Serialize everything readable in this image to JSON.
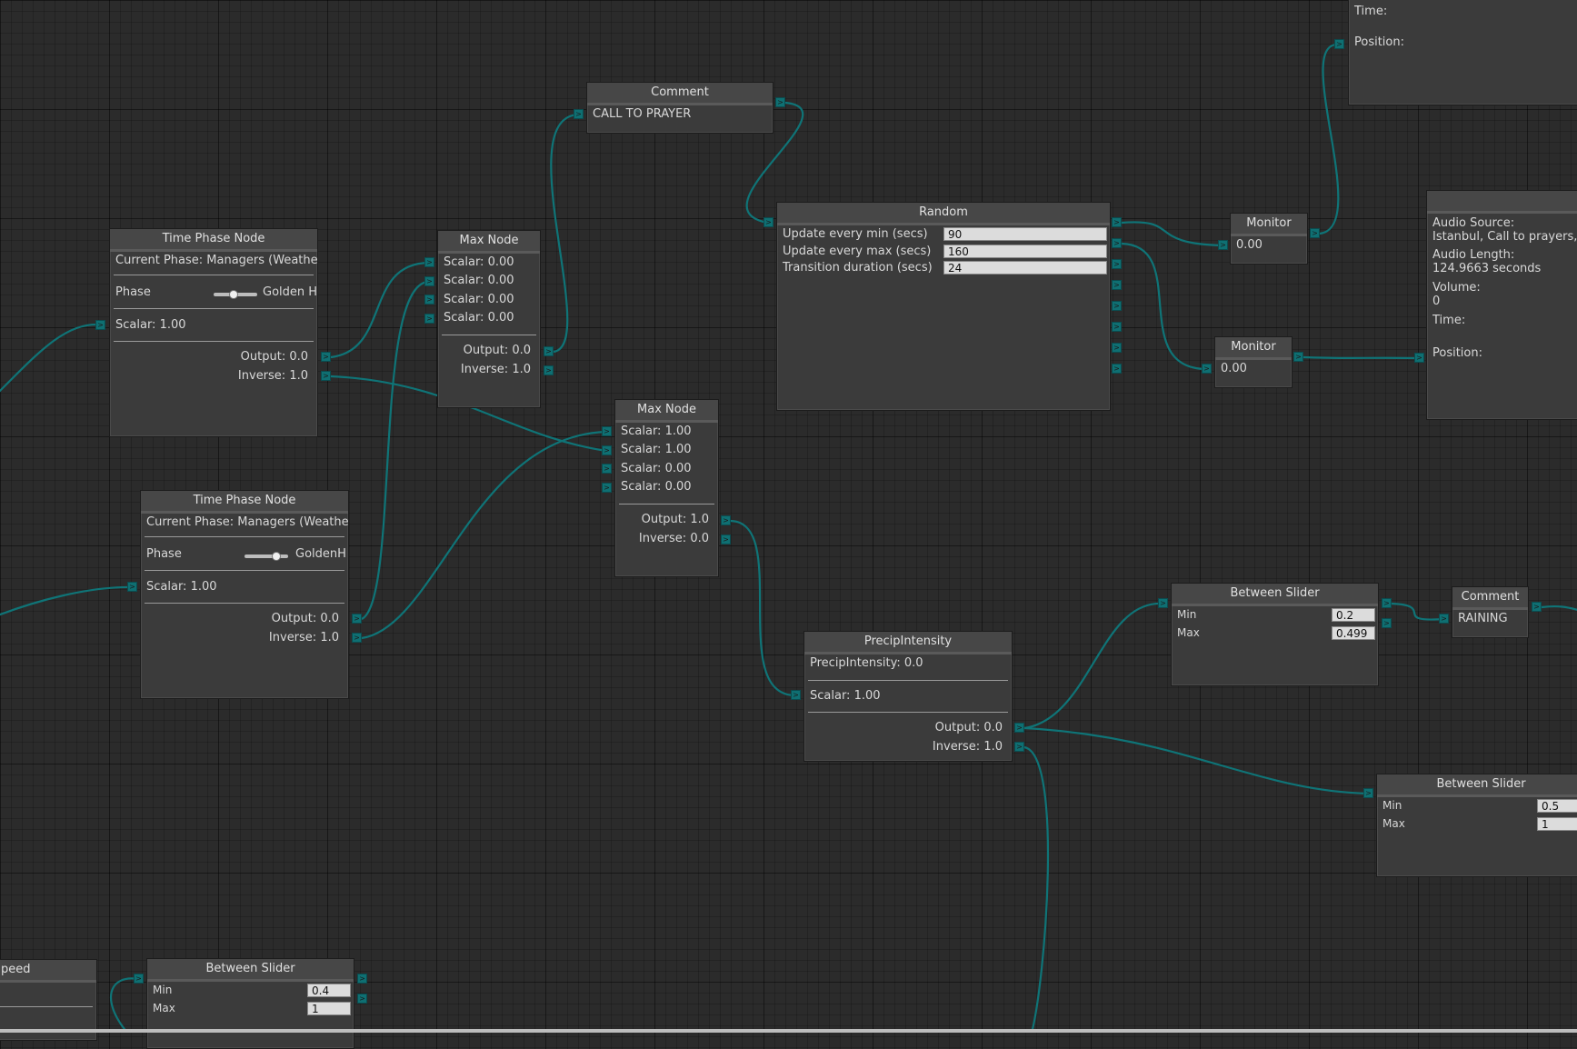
{
  "nodes": {
    "audio_top": {
      "time_label": "Time:",
      "position_label": "Position:"
    },
    "comment_prayer": {
      "title": "Comment",
      "text": "CALL TO PRAYER"
    },
    "time_phase_1": {
      "title": "Time Phase Node",
      "current_phase": "Current Phase: Managers (WeatherV",
      "phase_label": "Phase",
      "phase_value": "Golden H",
      "scalar": "Scalar: 1.00",
      "output": "Output: 0.0",
      "inverse": "Inverse: 1.0"
    },
    "max_node_1": {
      "title": "Max Node",
      "scalars": [
        "Scalar: 0.00",
        "Scalar: 0.00",
        "Scalar: 0.00",
        "Scalar: 0.00"
      ],
      "output": "Output: 0.0",
      "inverse": "Inverse: 1.0"
    },
    "random": {
      "title": "Random",
      "labels": [
        "Update every min (secs)",
        "Update every max (secs)",
        "Transition duration (secs)"
      ],
      "values": [
        "90",
        "160",
        "24"
      ]
    },
    "monitor_1": {
      "title": "Monitor",
      "value": "0.00"
    },
    "monitor_2": {
      "title": "Monitor",
      "value": "0.00"
    },
    "audio_right": {
      "source_label": "Audio Source:",
      "source_value": "Istanbul, Call to prayers, M",
      "length_label": "Audio Length:",
      "length_value": "124.9663 seconds",
      "volume_label": "Volume:",
      "volume_value": "0",
      "time_label": "Time:",
      "position_label": "Position:"
    },
    "max_node_2": {
      "title": "Max Node",
      "scalars": [
        "Scalar: 1.00",
        "Scalar: 1.00",
        "Scalar: 0.00",
        "Scalar: 0.00"
      ],
      "output": "Output: 1.0",
      "inverse": "Inverse: 0.0"
    },
    "time_phase_2": {
      "title": "Time Phase Node",
      "current_phase": "Current Phase: Managers (WeatherV",
      "phase_label": "Phase",
      "phase_value": "GoldenH",
      "scalar": "Scalar: 1.00",
      "output": "Output: 0.0",
      "inverse": "Inverse: 1.0"
    },
    "between_1": {
      "title": "Between Slider",
      "min_label": "Min",
      "min_value": "0.2",
      "max_label": "Max",
      "max_value": "0.499"
    },
    "comment_raining": {
      "title": "Comment",
      "text": "RAINING"
    },
    "precip": {
      "title": "PrecipIntensity",
      "value": "PrecipIntensity: 0.0",
      "scalar": "Scalar: 1.00",
      "output": "Output: 0.0",
      "inverse": "Inverse: 1.0"
    },
    "between_2": {
      "title": "Between Slider",
      "min_label": "Min",
      "min_value": "0.5",
      "max_label": "Max",
      "max_value": "1"
    },
    "speed_partial": {
      "title": "peed"
    },
    "between_3": {
      "title": "Between Slider",
      "min_label": "Min",
      "min_value": "0.4",
      "max_label": "Max",
      "max_value": "1"
    }
  },
  "colors": {
    "wire": "#0f7477",
    "background": "#2b2b2b",
    "node": "#3b3b3b",
    "port": "#0f6f72"
  }
}
